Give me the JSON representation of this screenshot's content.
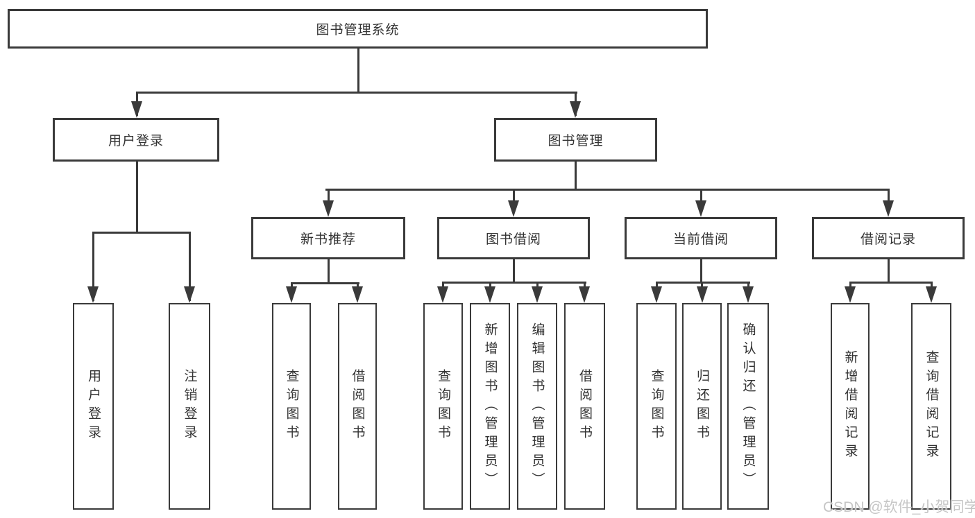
{
  "tree": {
    "root": "图书管理系统",
    "branches": [
      {
        "label": "用户登录",
        "children": [
          "用户登录",
          "注销登录"
        ]
      },
      {
        "label": "图书管理",
        "children": [
          {
            "label": "新书推荐",
            "children": [
              "查询图书",
              "借阅图书"
            ]
          },
          {
            "label": "图书借阅",
            "children": [
              "查询图书",
              "新增图书（管理员）",
              "编辑图书（管理员）",
              "借阅图书"
            ]
          },
          {
            "label": "当前借阅",
            "children": [
              "查询图书",
              "归还图书",
              "确认归还（管理员）"
            ]
          },
          {
            "label": "借阅记录",
            "children": [
              "新增借阅记录",
              "查询借阅记录"
            ]
          }
        ]
      }
    ]
  },
  "watermark": {
    "text": "CSDN @软件_小贺同学"
  },
  "colors": {
    "line": "#3a3a3a",
    "text": "#333333",
    "watermark": "#c6c6c6",
    "background": "#ffffff"
  }
}
